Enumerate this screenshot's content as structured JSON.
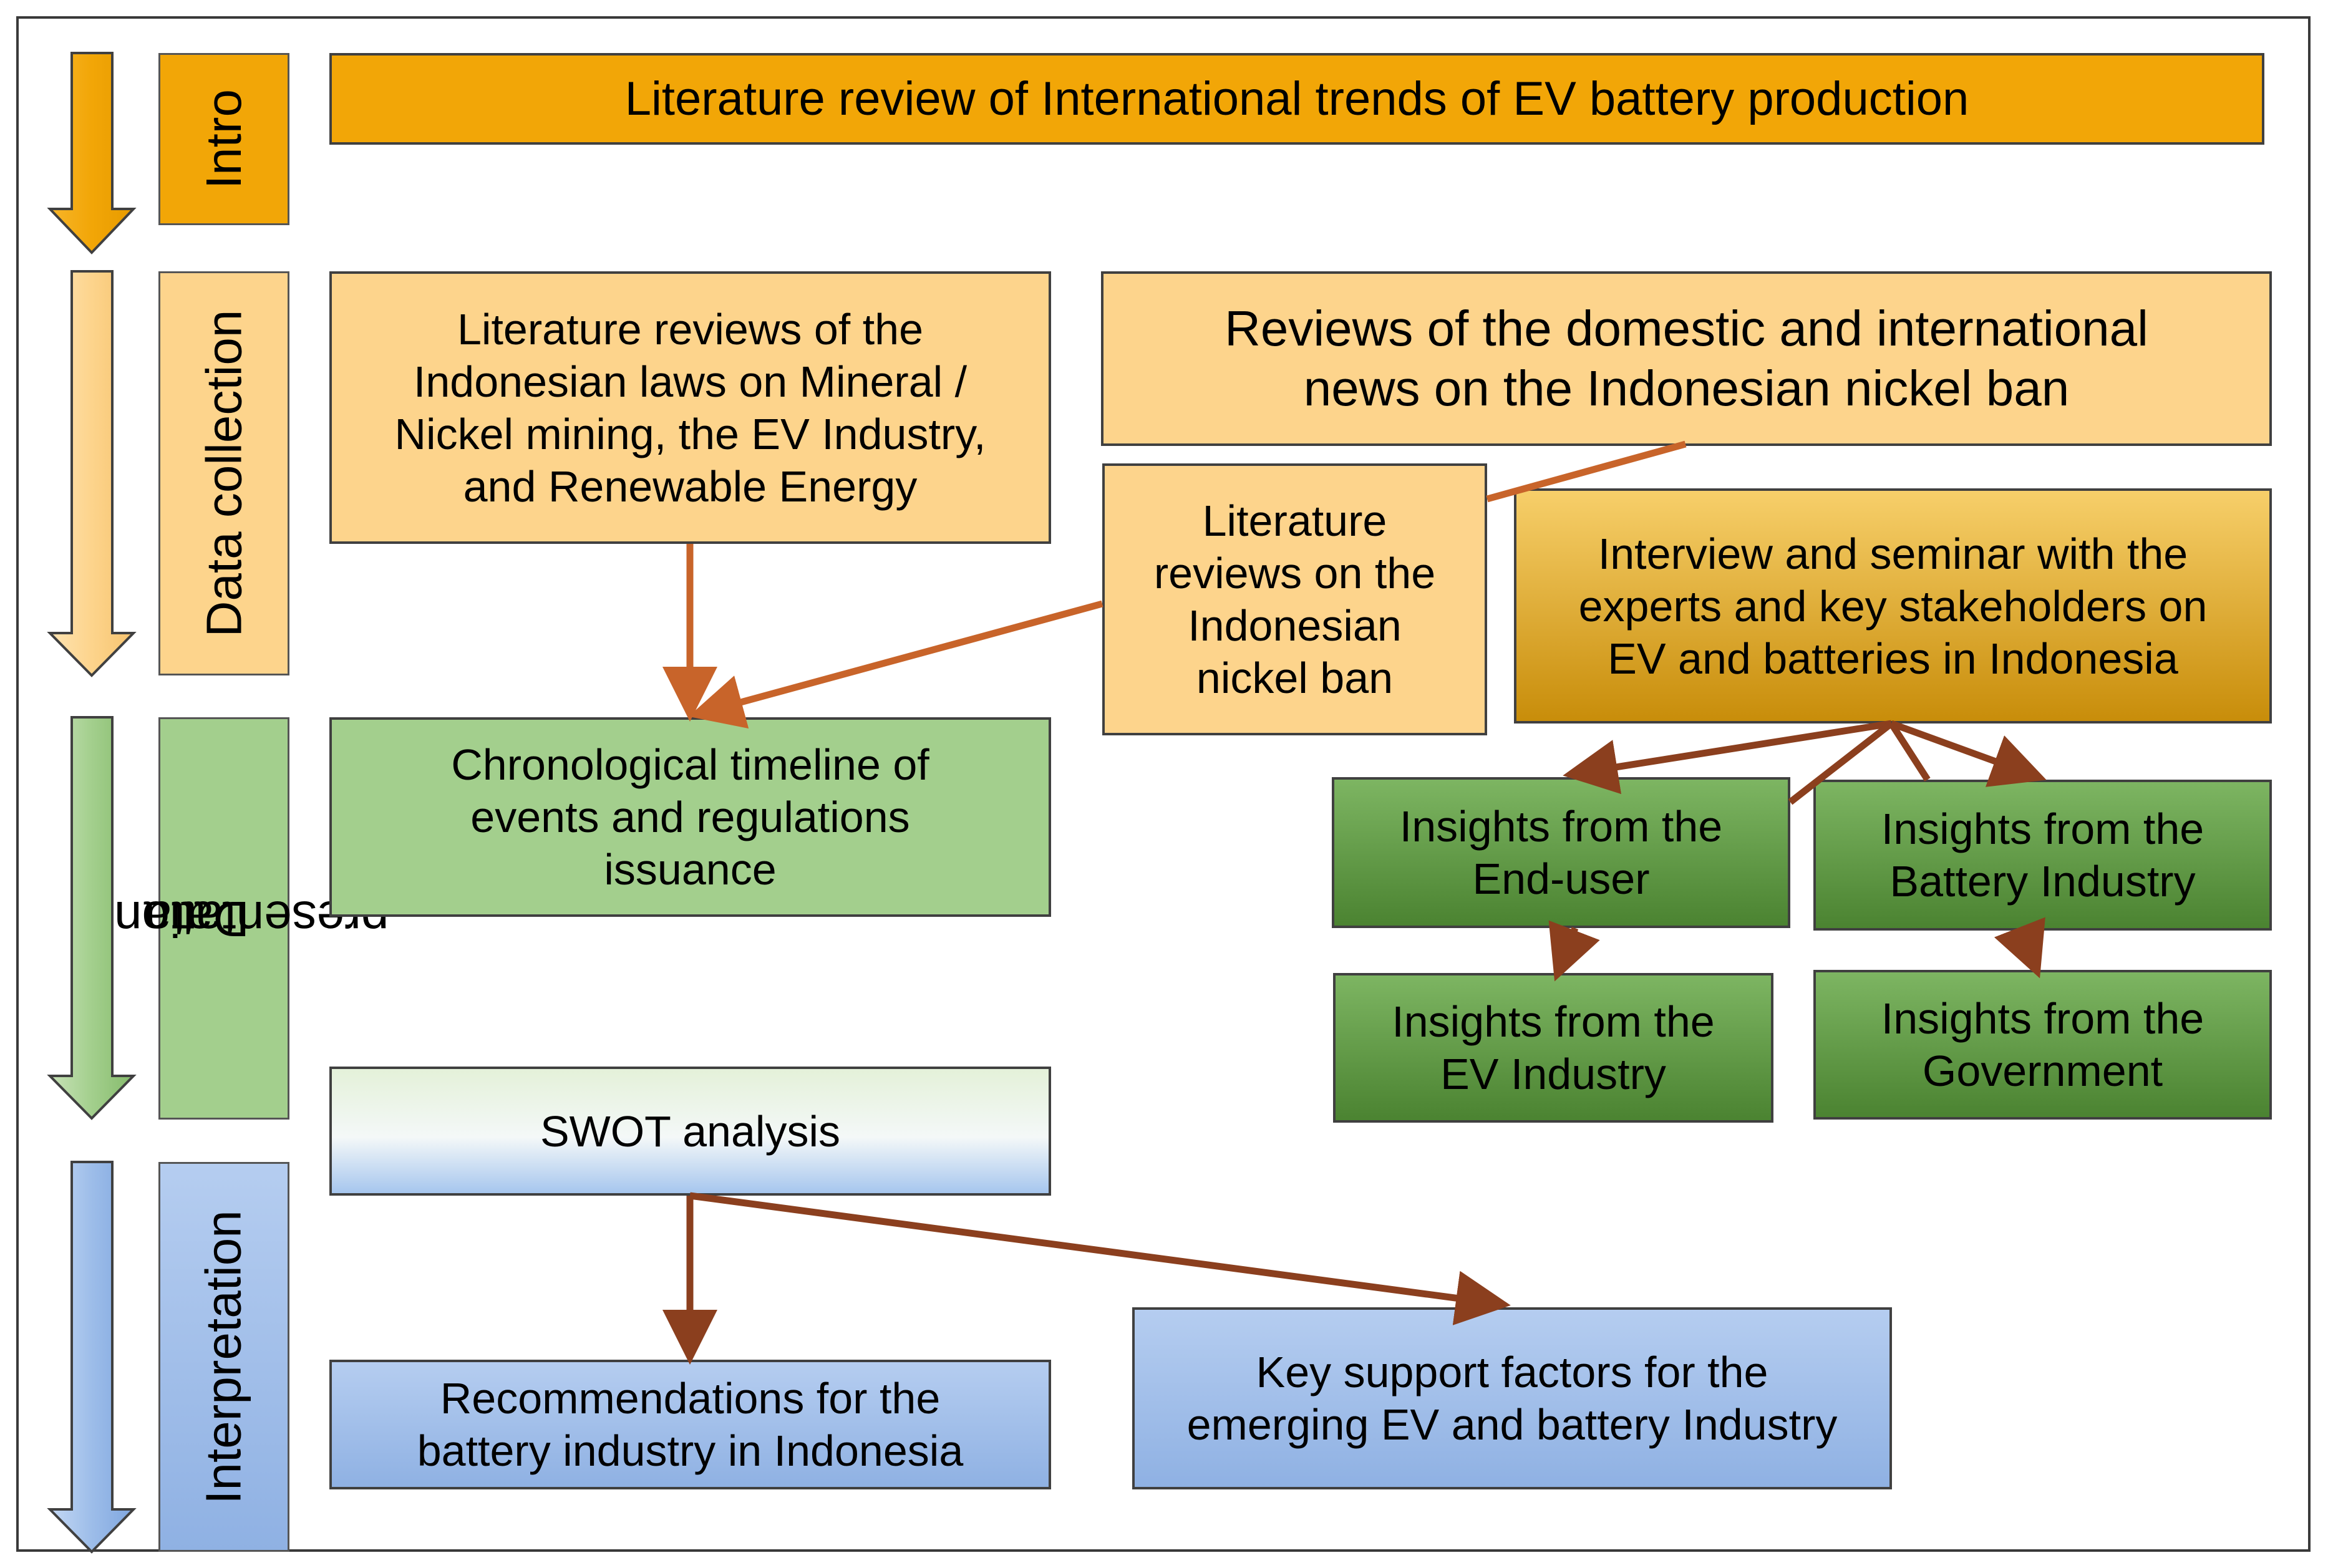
{
  "stages": {
    "intro": "Intro",
    "data_collection": "Data collection",
    "data_presentation_line1": "Data",
    "data_presentation_line2": "presentation",
    "interpretation": "Interpretation"
  },
  "boxes": {
    "intro_lit_review": "Literature review of International trends of EV battery production",
    "laws_review": [
      "Literature reviews of the",
      "Indonesian laws on Mineral /",
      "Nickel mining, the EV Industry,",
      "and Renewable Energy"
    ],
    "news_review": [
      "Reviews of the domestic and international",
      "news on the Indonesian nickel ban"
    ],
    "nickel_ban_review": [
      "Literature",
      "reviews on the",
      "Indonesian",
      "nickel ban"
    ],
    "interview": [
      "Interview and seminar with the",
      "experts and key stakeholders on",
      "EV and  batteries in Indonesia"
    ],
    "timeline": [
      "Chronological timeline of",
      "events and regulations",
      "issuance"
    ],
    "insights_end_user": [
      "Insights from the",
      "End-user"
    ],
    "insights_battery": [
      "Insights from the",
      "Battery Industry"
    ],
    "insights_ev": [
      "Insights from the",
      "EV Industry"
    ],
    "insights_government": [
      "Insights from the",
      "Government"
    ],
    "swot": "SWOT analysis",
    "recommendations": [
      "Recommendations for the",
      "battery industry in Indonesia"
    ],
    "key_support": [
      "Key support factors for the",
      "emerging EV and battery Industry"
    ]
  },
  "colors": {
    "intro": "#f2a607",
    "data_collection": "#fdd48c",
    "data_presentation": "#a3cf8d",
    "insights": "#5a9340",
    "interpretation": "#9dbde9",
    "connector_orange": "#c8642a",
    "connector_brown": "#8b3f1e"
  }
}
